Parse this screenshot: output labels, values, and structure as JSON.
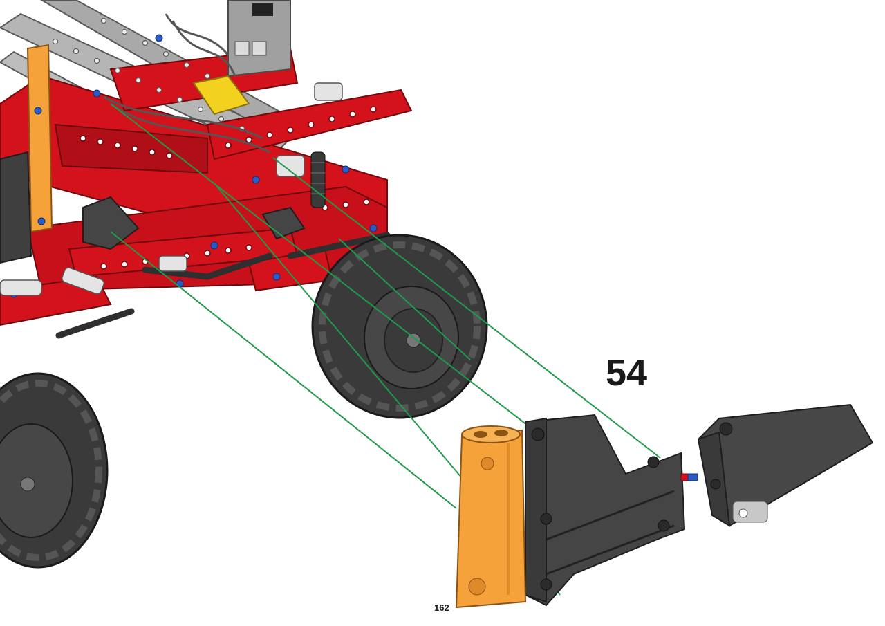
{
  "instruction_page": {
    "step_number": "54",
    "page_number": "162"
  },
  "illustration": {
    "vehicle_parts": [
      "red-beam",
      "gray-beam",
      "wheel",
      "shock-absorber",
      "steering-link",
      "motor-block"
    ],
    "new_parts": [
      "orange-connector-tube",
      "dark-gray-panel",
      "dark-gray-fin-panel"
    ],
    "guide_line_count": 5
  },
  "colors": {
    "red": "#d4121b",
    "dark_red": "#8e0d12",
    "orange": "#f5a23a",
    "dark_gray": "#454545",
    "light_gray": "#a9a9a9",
    "tire": "#3a3a3a",
    "guide_line": "#1f9a4a",
    "pin_blue": "#2a5bc7"
  }
}
